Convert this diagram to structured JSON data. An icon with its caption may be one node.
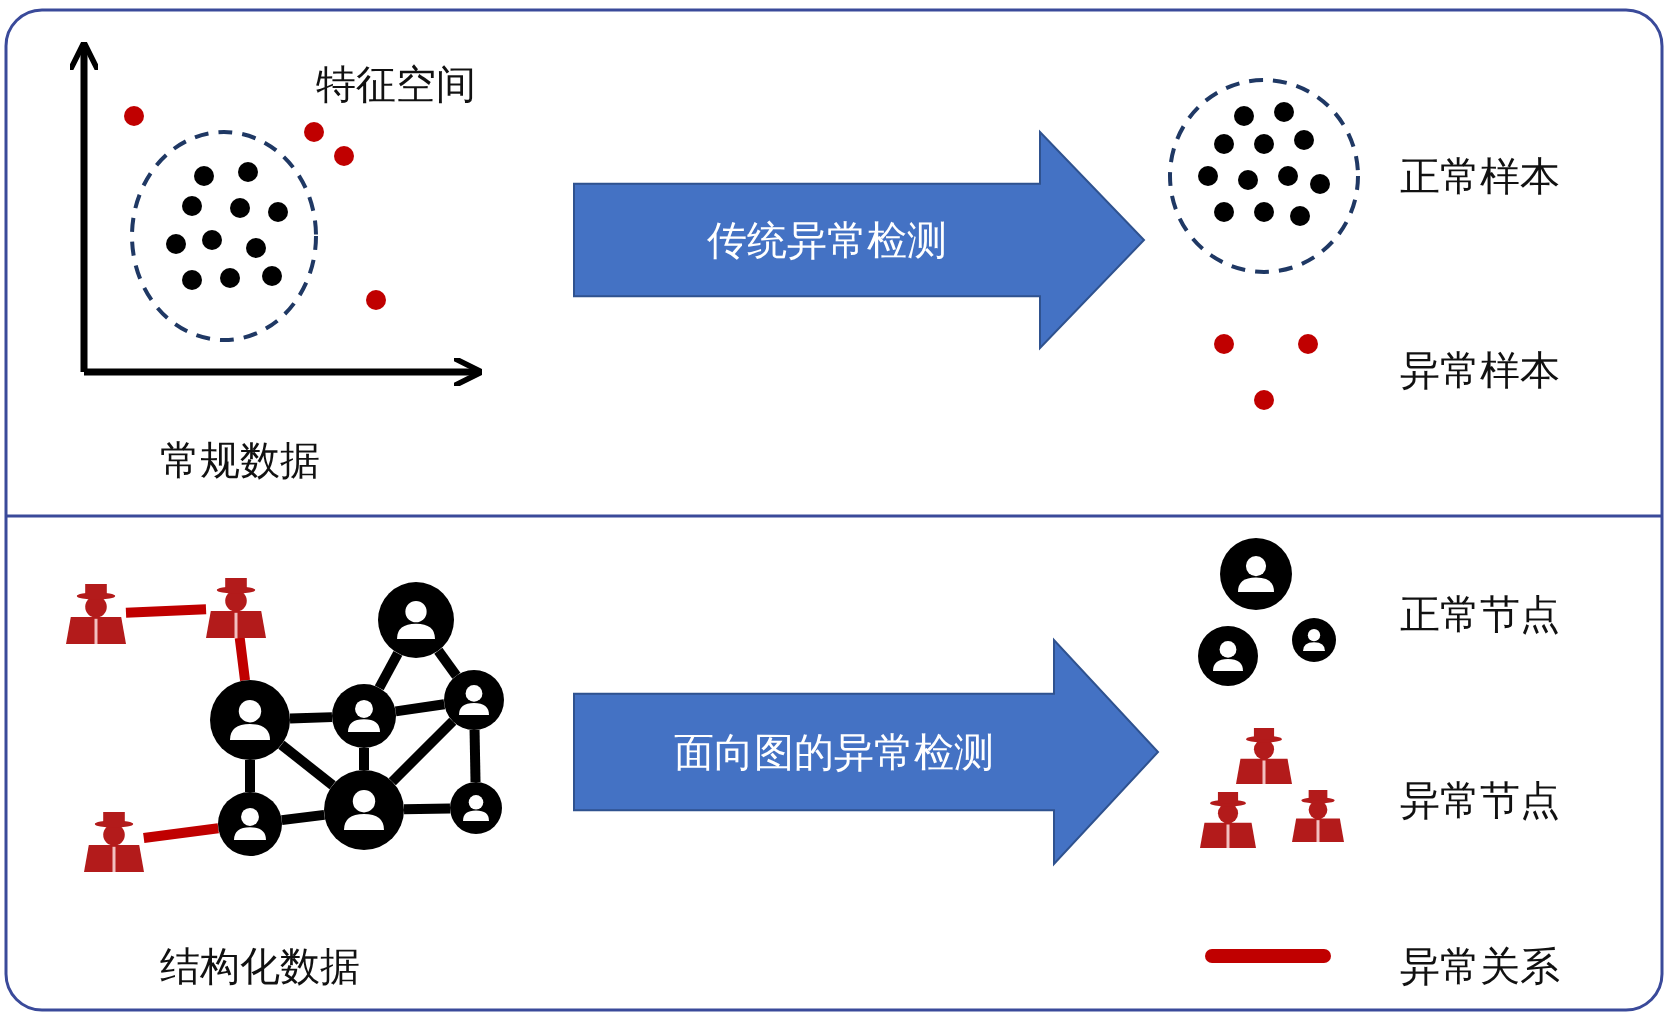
{
  "diagram": {
    "nodes": [
      {
        "text": [
          "传统异常检测"
        ]
      },
      {
        "text": [
          "面向图的异常检测"
        ]
      },
      {
        "text": [],
        "shape": "person"
      },
      {
        "text": [],
        "shape": "person"
      },
      {
        "text": [],
        "shape": "person"
      },
      {
        "text": [],
        "shape": "circle"
      },
      {
        "text": [],
        "shape": "circle"
      },
      {
        "text": [],
        "shape": "circle"
      },
      {
        "text": [],
        "shape": "circle"
      },
      {
        "text": [],
        "shape": "circle"
      },
      {
        "text": [],
        "shape": "circle"
      },
      {
        "text": [],
        "shape": "circle"
      }
    ],
    "edges": [
      {
        "from": 2,
        "to": 3,
        "arrow": "none",
        "color": "#c00000"
      },
      {
        "from": 3,
        "to": 5,
        "arrow": "none",
        "color": "#c00000"
      },
      {
        "from": 4,
        "to": 10,
        "arrow": "none",
        "color": "#c00000"
      },
      {
        "from": 5,
        "to": 6,
        "arrow": "none"
      },
      {
        "from": 5,
        "to": 10,
        "arrow": "none"
      },
      {
        "from": 5,
        "to": 9,
        "arrow": "none"
      },
      {
        "from": 6,
        "to": 7,
        "arrow": "none"
      },
      {
        "from": 6,
        "to": 8,
        "arrow": "none"
      },
      {
        "from": 6,
        "to": 9,
        "arrow": "none"
      },
      {
        "from": 7,
        "to": 8,
        "arrow": "none"
      },
      {
        "from": 8,
        "to": 9,
        "arrow": "none"
      },
      {
        "from": 8,
        "to": 11,
        "arrow": "none"
      },
      {
        "from": 10,
        "to": 9,
        "arrow": "none"
      },
      {
        "from": 9,
        "to": 11,
        "arrow": "none"
      }
    ],
    "labels": [
      "特征空间",
      "常规数据",
      "结构化数据"
    ],
    "legend": [
      {
        "text": "正常样本"
      },
      {
        "text": "异常样本"
      },
      {
        "text": "正常节点"
      },
      {
        "text": "异常节点"
      },
      {
        "text": "异常关系"
      }
    ]
  }
}
